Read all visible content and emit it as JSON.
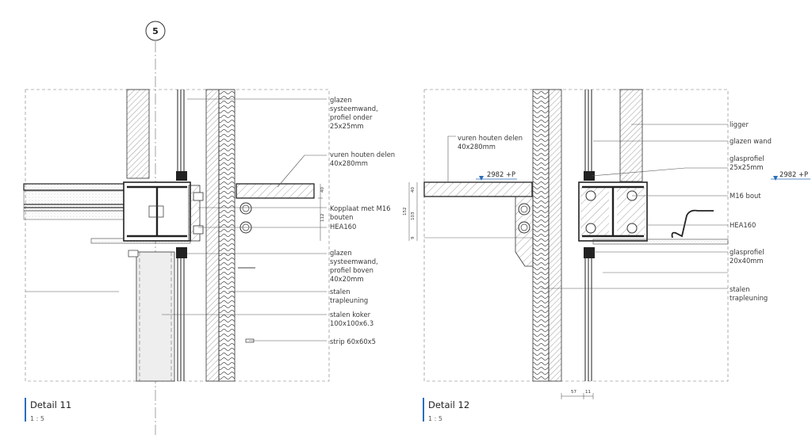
{
  "grid_label": "5",
  "detail_11": {
    "title": "Detail 11",
    "scale": "1 : 5",
    "labels": {
      "profile_bottom": [
        "glazen",
        "systeemwand,",
        "profiel onder",
        "25x25mm"
      ],
      "wood_planks": [
        "vuren houten delen",
        "40x280mm"
      ],
      "coupling_plate": [
        "Kopplaat met M16",
        "bouten"
      ],
      "hea": "HEA160",
      "profile_top": [
        "glazen",
        "systeemwand,",
        "profiel boven",
        "40x20mm"
      ],
      "railing": [
        "stalen",
        "trapleuning"
      ],
      "box_section": [
        "stalen koker",
        "100x100x6.3"
      ],
      "strip": "strip 60x60x5"
    },
    "dims": [
      "40",
      "112"
    ]
  },
  "detail_12": {
    "title": "Detail 12",
    "scale": "1 : 5",
    "labels": {
      "wood_planks": [
        "vuren houten delen",
        "40x280mm"
      ],
      "beam": "ligger",
      "glass_wall": "glazen wand",
      "glass_profile_top": [
        "glasprofiel",
        "25x25mm"
      ],
      "bolt": "M16 bout",
      "hea": "HEA160",
      "glass_profile_bottom": [
        "glasprofiel",
        "20x40mm"
      ],
      "railing": [
        "stalen",
        "trapleuning"
      ]
    },
    "level_left": "2982 +P",
    "level_right": "2982 +P",
    "dims_vertical": [
      "40",
      "152",
      "103",
      "9"
    ],
    "dims_bottom": [
      "57",
      "11"
    ]
  }
}
